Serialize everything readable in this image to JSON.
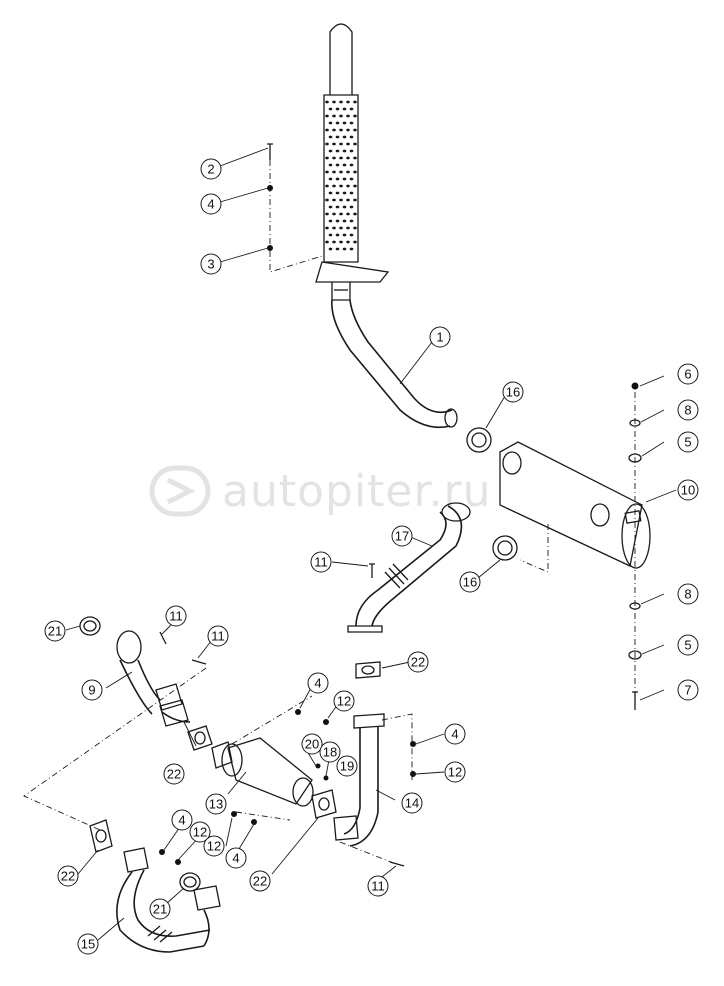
{
  "watermark": {
    "text": "autopiter.ru",
    "icon": "arrow-right-icon"
  },
  "callouts": [
    {
      "label": "1"
    },
    {
      "label": "2"
    },
    {
      "label": "3"
    },
    {
      "label": "4"
    },
    {
      "label": "5"
    },
    {
      "label": "6"
    },
    {
      "label": "7"
    },
    {
      "label": "8"
    },
    {
      "label": "9"
    },
    {
      "label": "10"
    },
    {
      "label": "11"
    },
    {
      "label": "12"
    },
    {
      "label": "13"
    },
    {
      "label": "14"
    },
    {
      "label": "15"
    },
    {
      "label": "16"
    },
    {
      "label": "17"
    },
    {
      "label": "18"
    },
    {
      "label": "19"
    },
    {
      "label": "20"
    },
    {
      "label": "21"
    },
    {
      "label": "22"
    }
  ]
}
